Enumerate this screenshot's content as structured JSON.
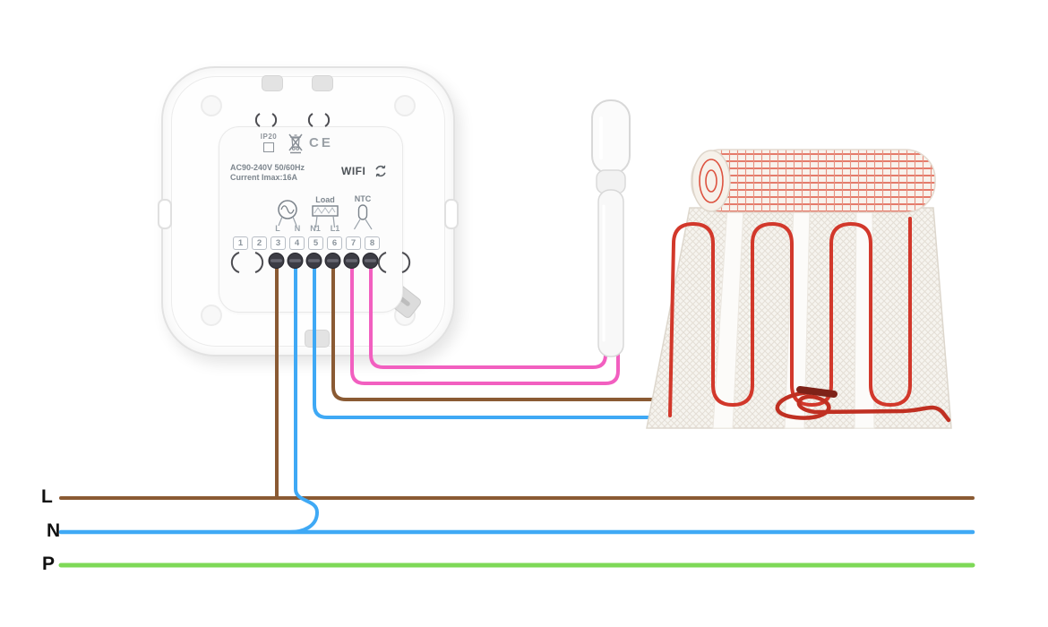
{
  "bus_lines": [
    {
      "label": "L",
      "color": "#8a5a33"
    },
    {
      "label": "N",
      "color": "#3fa9f5"
    },
    {
      "label": "P",
      "color": "#7ed957"
    }
  ],
  "thermostat": {
    "ip_rating": "IP20",
    "ce_mark": "CE",
    "voltage": "AC90-240V 50/60Hz",
    "current": "Current Imax:16A",
    "wifi": "WIFI",
    "load_label": "Load",
    "ntc_label": "NTC",
    "terminal_letters": [
      "L",
      "N",
      "N1",
      "L1"
    ],
    "terminal_numbers": [
      "1",
      "2",
      "3",
      "4",
      "5",
      "6",
      "7",
      "8"
    ]
  },
  "wires": {
    "live_color": "#8a5a33",
    "neutral_color": "#3fa9f5",
    "sensor_color": "#f25fc0",
    "heating_cable_color": "#d2382b",
    "lead_cable_color": "#c03022"
  }
}
